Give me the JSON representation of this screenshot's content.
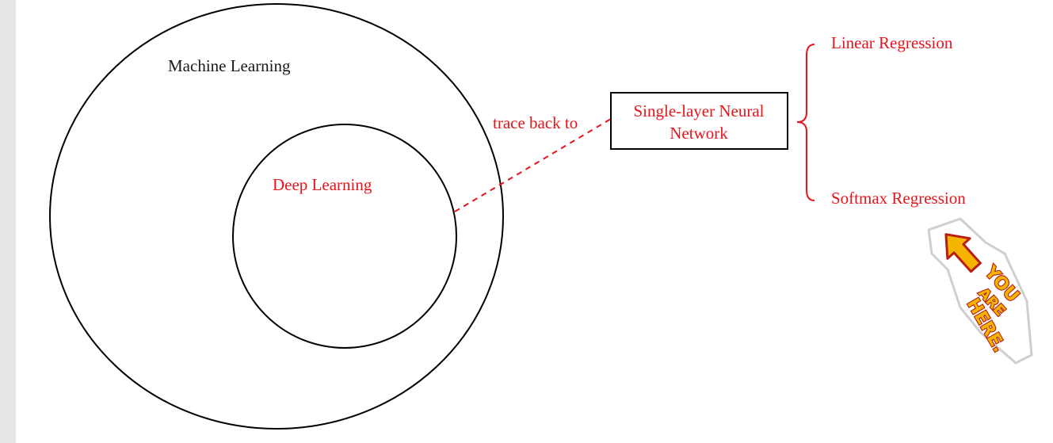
{
  "labels": {
    "machine_learning": "Machine Learning",
    "deep_learning": "Deep Learning",
    "trace_back": "trace back to",
    "single_layer_line1": "Single-layer Neural",
    "single_layer_line2": "Network",
    "linear_regression": "Linear Regression",
    "softmax_regression": "Softmax Regression"
  },
  "sticker": {
    "icon": "you-are-here-arrow-icon",
    "line1": "YOU",
    "line2": "ARE",
    "line3": "HERE."
  },
  "colors": {
    "accent_red": "#e8141b",
    "text_black": "#1a1a1a",
    "sticker_yellow": "#f5b400",
    "sticker_outline": "#b81e14"
  }
}
